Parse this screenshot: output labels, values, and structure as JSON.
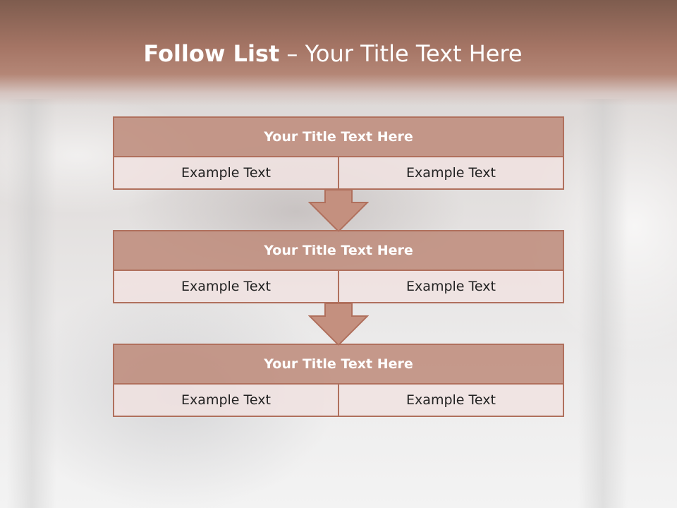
{
  "slide": {
    "title_bold": "Follow List",
    "title_rest": " – Your Title Text Here"
  },
  "blocks": [
    {
      "title": "Your Title Text Here",
      "left": "Example Text",
      "right": "Example Text"
    },
    {
      "title": "Your Title Text Here",
      "left": "Example Text",
      "right": "Example Text"
    },
    {
      "title": "Your Title Text Here",
      "left": "Example Text",
      "right": "Example Text"
    }
  ],
  "colors": {
    "accent": "#b0705d",
    "header_fill": "#be8a7a",
    "cell_fill": "#f0e2e0",
    "band": "#a57565"
  },
  "icons": [
    "down-arrow-icon",
    "down-arrow-icon"
  ]
}
